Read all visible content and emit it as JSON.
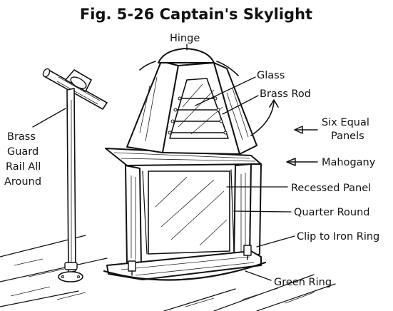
{
  "figure": {
    "title": "Fig. 5-26 Captain's Skylight",
    "labels": {
      "hinge": "Hinge",
      "glass": "Glass",
      "brass_rod": "Brass Rod",
      "six_equal_panels": [
        "Six Equal",
        "Panels"
      ],
      "mahogany": "Mahogany",
      "recessed_panel": "Recessed Panel",
      "quarter_round": "Quarter Round",
      "clip_to_iron_ring": "Clip to Iron Ring",
      "green_ring": "Green Ring",
      "brass_guard_rail": [
        "Brass",
        "Guard",
        "Rail All",
        "Around"
      ]
    }
  },
  "colors": {
    "ink": "#111111",
    "background": "#ffffff"
  }
}
